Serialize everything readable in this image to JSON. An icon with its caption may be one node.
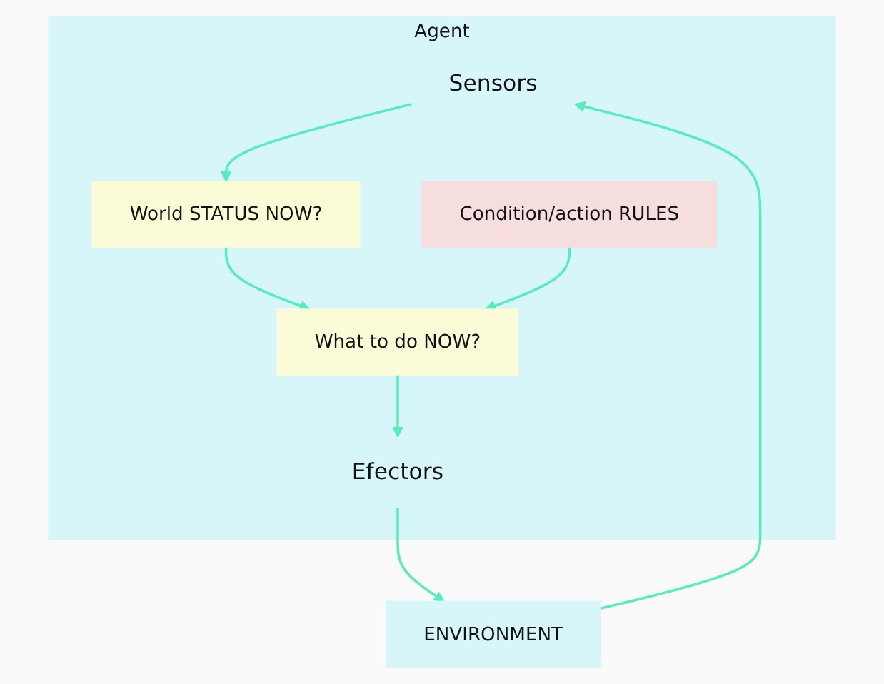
{
  "diagram": {
    "nodes": [
      {
        "text": [
          "Agent"
        ]
      },
      {
        "text": [
          "Sensors"
        ],
        "in": 0
      },
      {
        "text": [
          "World STATUS NOW?"
        ],
        "in": 0
      },
      {
        "text": [
          "Condition/action RULES"
        ],
        "in": 0
      },
      {
        "text": [
          "What to do NOW?"
        ],
        "in": 0
      },
      {
        "text": [
          "Efectors"
        ],
        "in": 0
      },
      {
        "text": [
          "ENVIRONMENT"
        ]
      }
    ],
    "edges": [
      {
        "from": 6,
        "to": 1,
        "arrow": "to"
      },
      {
        "from": 1,
        "to": 2,
        "arrow": "to"
      },
      {
        "from": 2,
        "to": 4,
        "arrow": "to"
      },
      {
        "from": 3,
        "to": 4,
        "arrow": "to"
      },
      {
        "from": 4,
        "to": 5,
        "arrow": "to"
      },
      {
        "from": 5,
        "to": 6,
        "arrow": "to"
      }
    ]
  }
}
